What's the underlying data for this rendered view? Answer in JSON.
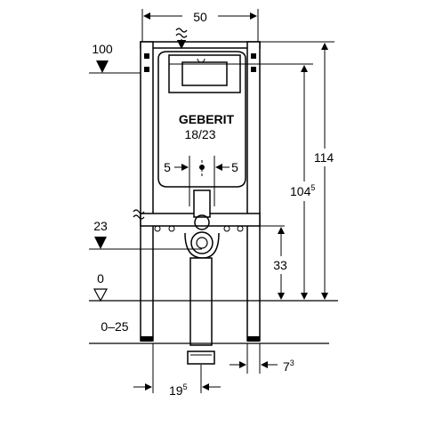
{
  "brand": "GEBERIT",
  "dimensions": {
    "top_width": "50",
    "height_total": "114",
    "height_tank": "104",
    "height_tank_sup": "5",
    "bottom_offset": "19",
    "bottom_offset_sup": "5",
    "side_offset": "7",
    "side_offset_sup": "3",
    "outlet_height": "33",
    "spacing_left": "5",
    "spacing_right": "5",
    "button_sizes": "18/23"
  },
  "levels": {
    "upper": "100",
    "mid": "23",
    "floor": "0",
    "floor_range": "0–25"
  },
  "icons": [
    "water-supply-icon",
    "level-marker-icon",
    "floor-level-icon"
  ]
}
